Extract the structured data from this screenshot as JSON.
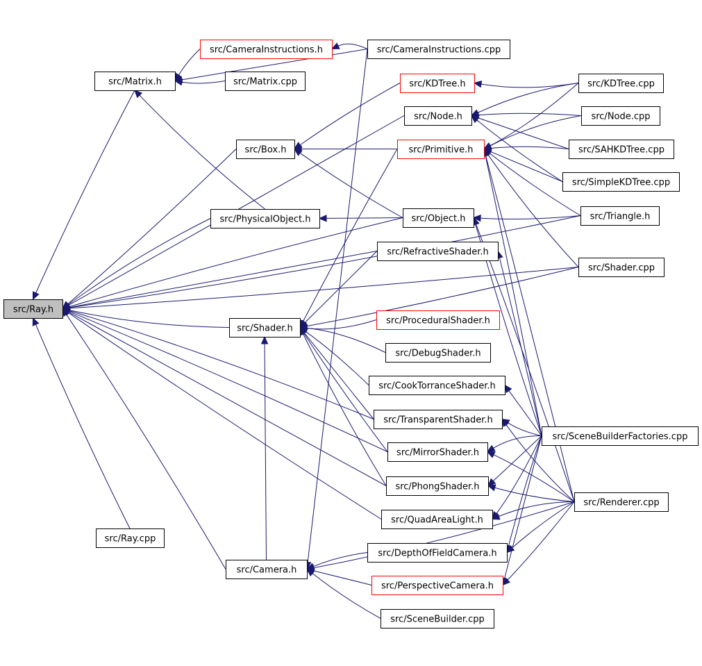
{
  "graph": {
    "nodes": [
      {
        "id": "ray_h",
        "label": "src/Ray.h",
        "status": "focus"
      },
      {
        "id": "matrix_h",
        "label": "src/Matrix.h",
        "status": "normal"
      },
      {
        "id": "caminstr_h",
        "label": "src/CameraInstructions.h",
        "status": "partial"
      },
      {
        "id": "caminstr_cpp",
        "label": "src/CameraInstructions.cpp",
        "status": "normal"
      },
      {
        "id": "matrix_cpp",
        "label": "src/Matrix.cpp",
        "status": "normal"
      },
      {
        "id": "kdtree_h",
        "label": "src/KDTree.h",
        "status": "partial"
      },
      {
        "id": "kdtree_cpp",
        "label": "src/KDTree.cpp",
        "status": "normal"
      },
      {
        "id": "node_h",
        "label": "src/Node.h",
        "status": "normal"
      },
      {
        "id": "node_cpp",
        "label": "src/Node.cpp",
        "status": "normal"
      },
      {
        "id": "box_h",
        "label": "src/Box.h",
        "status": "normal"
      },
      {
        "id": "primitive_h",
        "label": "src/Primitive.h",
        "status": "partial"
      },
      {
        "id": "sahkdtree_cpp",
        "label": "src/SAHKDTree.cpp",
        "status": "normal"
      },
      {
        "id": "simplekdtree_cpp",
        "label": "src/SimpleKDTree.cpp",
        "status": "normal"
      },
      {
        "id": "physobj_h",
        "label": "src/PhysicalObject.h",
        "status": "normal"
      },
      {
        "id": "object_h",
        "label": "src/Object.h",
        "status": "normal"
      },
      {
        "id": "triangle_h",
        "label": "src/Triangle.h",
        "status": "normal"
      },
      {
        "id": "refr_h",
        "label": "src/RefractiveShader.h",
        "status": "normal"
      },
      {
        "id": "shader_cpp",
        "label": "src/Shader.cpp",
        "status": "normal"
      },
      {
        "id": "shader_h",
        "label": "src/Shader.h",
        "status": "normal"
      },
      {
        "id": "proc_h",
        "label": "src/ProceduralShader.h",
        "status": "partial"
      },
      {
        "id": "debug_h",
        "label": "src/DebugShader.h",
        "status": "normal"
      },
      {
        "id": "cook_h",
        "label": "src/CookTorranceShader.h",
        "status": "normal"
      },
      {
        "id": "transp_h",
        "label": "src/TransparentShader.h",
        "status": "normal"
      },
      {
        "id": "sbf_cpp",
        "label": "src/SceneBuilderFactories.cpp",
        "status": "normal"
      },
      {
        "id": "mirror_h",
        "label": "src/MirrorShader.h",
        "status": "normal"
      },
      {
        "id": "phong_h",
        "label": "src/PhongShader.h",
        "status": "normal"
      },
      {
        "id": "renderer_cpp",
        "label": "src/Renderer.cpp",
        "status": "normal"
      },
      {
        "id": "quad_h",
        "label": "src/QuadAreaLight.h",
        "status": "normal"
      },
      {
        "id": "ray_cpp",
        "label": "src/Ray.cpp",
        "status": "normal"
      },
      {
        "id": "dof_h",
        "label": "src/DepthOfFieldCamera.h",
        "status": "normal"
      },
      {
        "id": "camera_h",
        "label": "src/Camera.h",
        "status": "normal"
      },
      {
        "id": "persp_h",
        "label": "src/PerspectiveCamera.h",
        "status": "partial"
      },
      {
        "id": "sb_cpp",
        "label": "src/SceneBuilder.cpp",
        "status": "normal"
      }
    ],
    "edges": [
      {
        "from": "matrix_h",
        "to": "ray_h"
      },
      {
        "from": "caminstr_h",
        "to": "matrix_h"
      },
      {
        "from": "caminstr_cpp",
        "to": "matrix_h"
      },
      {
        "from": "matrix_cpp",
        "to": "matrix_h"
      },
      {
        "from": "physobj_h",
        "to": "matrix_h"
      },
      {
        "from": "caminstr_cpp",
        "to": "caminstr_h"
      },
      {
        "from": "caminstr_cpp",
        "to": "camera_h"
      },
      {
        "from": "node_h",
        "to": "ray_h"
      },
      {
        "from": "box_h",
        "to": "ray_h"
      },
      {
        "from": "triangle_h",
        "to": "ray_h"
      },
      {
        "from": "physobj_h",
        "to": "ray_h"
      },
      {
        "from": "object_h",
        "to": "ray_h"
      },
      {
        "from": "refr_h",
        "to": "ray_h"
      },
      {
        "from": "shader_cpp",
        "to": "ray_h"
      },
      {
        "from": "shader_h",
        "to": "ray_h"
      },
      {
        "from": "transp_h",
        "to": "ray_h"
      },
      {
        "from": "mirror_h",
        "to": "ray_h"
      },
      {
        "from": "phong_h",
        "to": "ray_h"
      },
      {
        "from": "quad_h",
        "to": "ray_h"
      },
      {
        "from": "ray_cpp",
        "to": "ray_h"
      },
      {
        "from": "camera_h",
        "to": "ray_h"
      },
      {
        "from": "kdtree_h",
        "to": "box_h"
      },
      {
        "from": "primitive_h",
        "to": "box_h"
      },
      {
        "from": "object_h",
        "to": "box_h"
      },
      {
        "from": "kdtree_cpp",
        "to": "kdtree_h"
      },
      {
        "from": "kdtree_cpp",
        "to": "node_h"
      },
      {
        "from": "node_cpp",
        "to": "node_h"
      },
      {
        "from": "sahkdtree_cpp",
        "to": "node_h"
      },
      {
        "from": "simplekdtree_cpp",
        "to": "node_h"
      },
      {
        "from": "kdtree_cpp",
        "to": "primitive_h"
      },
      {
        "from": "node_cpp",
        "to": "primitive_h"
      },
      {
        "from": "sahkdtree_cpp",
        "to": "primitive_h"
      },
      {
        "from": "simplekdtree_cpp",
        "to": "primitive_h"
      },
      {
        "from": "triangle_h",
        "to": "primitive_h"
      },
      {
        "from": "shader_cpp",
        "to": "primitive_h"
      },
      {
        "from": "sbf_cpp",
        "to": "primitive_h"
      },
      {
        "from": "renderer_cpp",
        "to": "primitive_h"
      },
      {
        "from": "object_h",
        "to": "physobj_h"
      },
      {
        "from": "triangle_h",
        "to": "object_h"
      },
      {
        "from": "sbf_cpp",
        "to": "object_h"
      },
      {
        "from": "renderer_cpp",
        "to": "object_h"
      },
      {
        "from": "primitive_h",
        "to": "shader_h"
      },
      {
        "from": "refr_h",
        "to": "shader_h"
      },
      {
        "from": "shader_cpp",
        "to": "shader_h"
      },
      {
        "from": "proc_h",
        "to": "shader_h"
      },
      {
        "from": "debug_h",
        "to": "shader_h"
      },
      {
        "from": "cook_h",
        "to": "shader_h"
      },
      {
        "from": "transp_h",
        "to": "shader_h"
      },
      {
        "from": "mirror_h",
        "to": "shader_h"
      },
      {
        "from": "phong_h",
        "to": "shader_h"
      },
      {
        "from": "camera_h",
        "to": "shader_h"
      },
      {
        "from": "sbf_cpp",
        "to": "refr_h"
      },
      {
        "from": "sbf_cpp",
        "to": "cook_h"
      },
      {
        "from": "sbf_cpp",
        "to": "transp_h"
      },
      {
        "from": "renderer_cpp",
        "to": "transp_h"
      },
      {
        "from": "sbf_cpp",
        "to": "mirror_h"
      },
      {
        "from": "renderer_cpp",
        "to": "mirror_h"
      },
      {
        "from": "sbf_cpp",
        "to": "phong_h"
      },
      {
        "from": "renderer_cpp",
        "to": "phong_h"
      },
      {
        "from": "sbf_cpp",
        "to": "quad_h"
      },
      {
        "from": "renderer_cpp",
        "to": "quad_h"
      },
      {
        "from": "dof_h",
        "to": "camera_h"
      },
      {
        "from": "persp_h",
        "to": "camera_h"
      },
      {
        "from": "sb_cpp",
        "to": "camera_h"
      },
      {
        "from": "renderer_cpp",
        "to": "camera_h"
      },
      {
        "from": "sbf_cpp",
        "to": "dof_h"
      },
      {
        "from": "renderer_cpp",
        "to": "dof_h"
      },
      {
        "from": "sbf_cpp",
        "to": "persp_h"
      },
      {
        "from": "renderer_cpp",
        "to": "persp_h"
      }
    ]
  },
  "colors": {
    "edge": "#191970",
    "box_border": "#000000",
    "partial_border": "#ff0000",
    "focus_fill": "#bfbfbf",
    "background": "#ffffff"
  }
}
